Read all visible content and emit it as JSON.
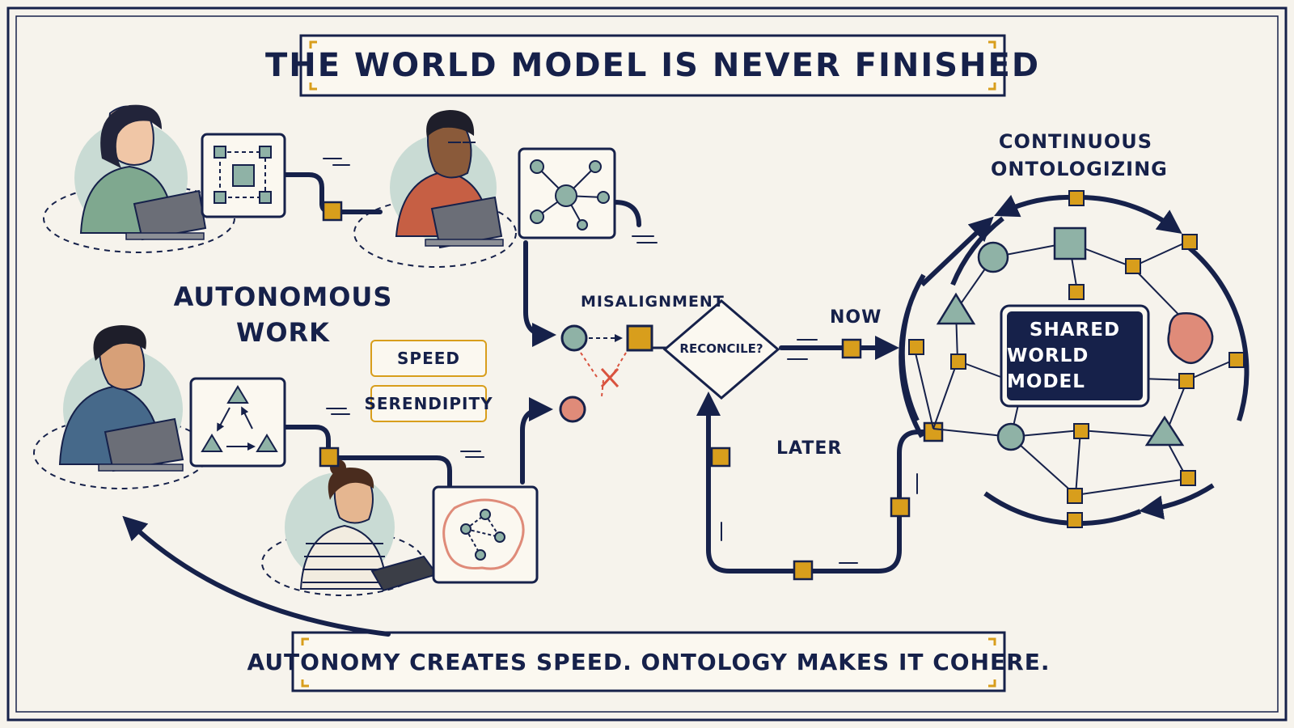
{
  "title": "THE WORLD MODEL IS NEVER FINISHED",
  "autonomous_label": [
    "AUTONOMOUS",
    "WORK"
  ],
  "tags": {
    "speed": "SPEED",
    "serendipity": "SERENDIPITY"
  },
  "flow_labels": {
    "misalignment": "MISALIGNMENT",
    "reconcile": "RECONCILE?",
    "now": "NOW",
    "later": "LATER"
  },
  "continuous_label": [
    "CONTINUOUS",
    "ONTOLOGIZING"
  ],
  "shared_model": [
    "SHARED",
    "WORLD MODEL"
  ],
  "footer": "AUTONOMY CREATES SPEED. ONTOLOGY MAKES IT COHERE.",
  "colors": {
    "navy": "#16214a",
    "gold": "#d89e1c",
    "teal": "#8fb2a6",
    "coral": "#df8b79",
    "paper": "#f6f3ec"
  },
  "icons": [
    "person-green-shirt-laptop-icon",
    "person-orange-shirt-laptop-icon",
    "person-blue-hoodie-laptop-icon",
    "person-striped-sweater-tablet-icon",
    "square-network-card-icon",
    "hub-network-card-icon",
    "triangle-cycle-card-icon",
    "blob-network-card-icon",
    "decision-diamond-icon"
  ]
}
